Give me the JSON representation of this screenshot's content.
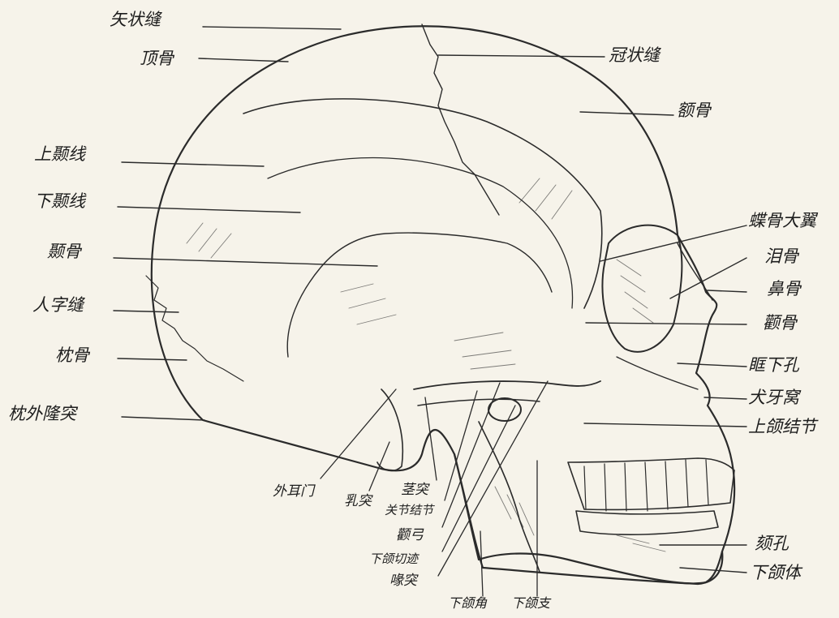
{
  "figure": {
    "labels_left": {
      "sagittal_suture": "矢状缝",
      "parietal_bone": "顶骨",
      "superior_temporal_line": "上颞线",
      "inferior_temporal_line": "下颞线",
      "temporal_bone": "颞骨",
      "lambdoid_suture": "人字缝",
      "occipital_bone": "枕骨",
      "external_occipital_protuberance": "枕外隆突"
    },
    "labels_right": {
      "coronal_suture": "冠状缝",
      "frontal_bone": "额骨",
      "greater_wing_sphenoid": "蝶骨大翼",
      "lacrimal_bone": "泪骨",
      "nasal_bone": "鼻骨",
      "zygomatic_bone": "颧骨",
      "infraorbital_foramen": "眶下孔",
      "canine_fossa": "犬牙窝",
      "maxillary_tuberosity": "上颌结节",
      "mental_foramen": "颏孔",
      "mandible_body": "下颌体"
    },
    "labels_bottom": {
      "external_acoustic_meatus": "外耳门",
      "mastoid_process": "乳突",
      "styloid_process": "茎突",
      "articular_tubercle": "关节结节",
      "zygomatic_arch": "颧弓",
      "mandibular_notch": "下颌切迹",
      "coronoid_process": "喙突",
      "mandibular_angle": "下颌角",
      "mandibular_ramus": "下颌支"
    }
  }
}
